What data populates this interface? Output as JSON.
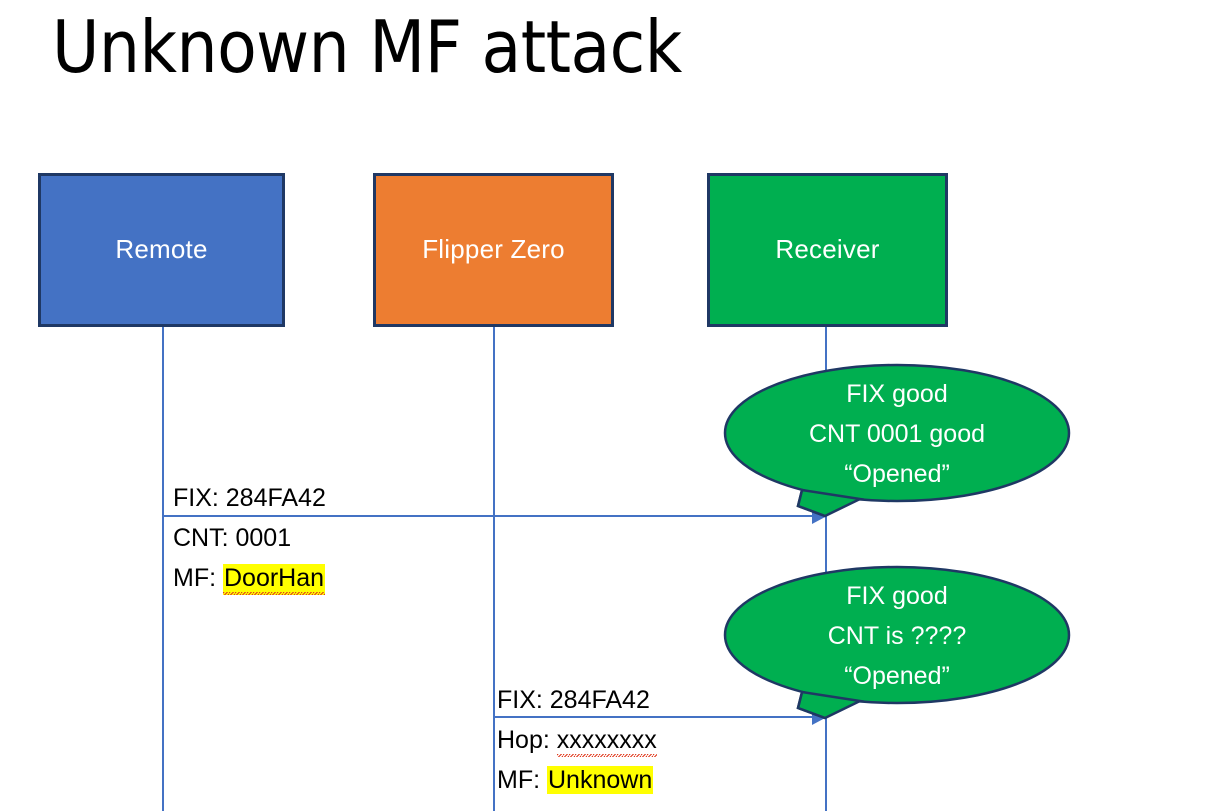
{
  "slide": {
    "title": "Unknown MF attack",
    "background_color": "#FFFFFF"
  },
  "colors": {
    "remote_fill": "#4472C4",
    "flipper_fill": "#ED7D31",
    "receiver_fill": "#00AF50",
    "box_border": "#1F3864",
    "lifeline": "#4472C4",
    "arrow": "#4472C4",
    "highlight": "#FFFF00",
    "callout_fill": "#00AF50",
    "callout_border": "#1F3864",
    "text": "#000000",
    "box_label_text": "#FFFFFF"
  },
  "actors": [
    {
      "id": "remote",
      "label": "Remote"
    },
    {
      "id": "flipper",
      "label": "Flipper Zero"
    },
    {
      "id": "receiver",
      "label": "Receiver"
    }
  ],
  "messages": [
    {
      "id": "remote-to-receiver",
      "from": "remote",
      "to": "receiver",
      "above_lines": [
        "FIX: 284FA42"
      ],
      "below_lines": [
        "CNT: 0001",
        "MF: DoorHan"
      ],
      "label_above_1": "FIX: 284FA42",
      "label_below_1": "CNT: 0001",
      "label_below_2_prefix": "MF: ",
      "label_below_2_value": "DoorHan"
    },
    {
      "id": "flipper-to-receiver",
      "from": "flipper",
      "to": "receiver",
      "above_lines": [
        "FIX: 284FA42"
      ],
      "below_lines": [
        "Hop: xxxxxxxx",
        "MF: Unknown"
      ],
      "label_above_1": "FIX: 284FA42",
      "label_below_1_prefix": "Hop: ",
      "label_below_1_value": "xxxxxxxx",
      "label_below_2_prefix": "MF: ",
      "label_below_2_value": "Unknown"
    }
  ],
  "callouts": [
    {
      "id": "callout-1",
      "attached_to": "receiver",
      "lines": [
        "FIX good",
        "CNT 0001 good",
        "“Opened”"
      ],
      "line_1": "FIX good",
      "line_2": "CNT 0001 good",
      "line_3": "“Opened”"
    },
    {
      "id": "callout-2",
      "attached_to": "receiver",
      "lines": [
        "FIX good",
        "CNT is ????",
        "“Opened”"
      ],
      "line_1": "FIX good",
      "line_2": "CNT is ????",
      "line_3": "“Opened”"
    }
  ]
}
